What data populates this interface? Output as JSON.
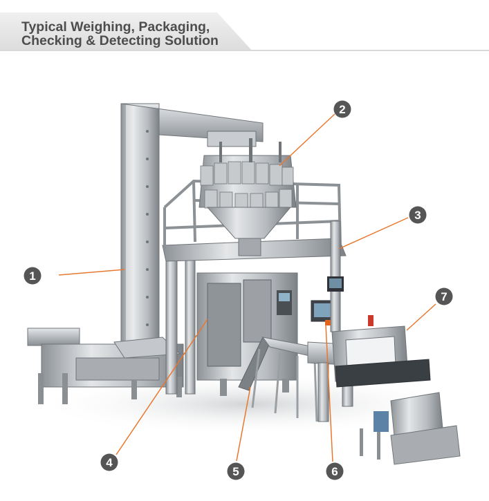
{
  "header": {
    "title_line1": "Typical Weighing, Packaging,",
    "title_line2": "Checking & Detecting Solution"
  },
  "markers": [
    {
      "number": "1"
    },
    {
      "number": "2"
    },
    {
      "number": "3"
    },
    {
      "number": "4"
    },
    {
      "number": "5"
    },
    {
      "number": "6"
    },
    {
      "number": "7"
    }
  ],
  "colors": {
    "leader_line": "#e8772e",
    "marker_fill": "#555555",
    "steel_light": "#d7dadd",
    "steel_mid": "#b3b7bb",
    "steel_dark": "#7e8388"
  }
}
